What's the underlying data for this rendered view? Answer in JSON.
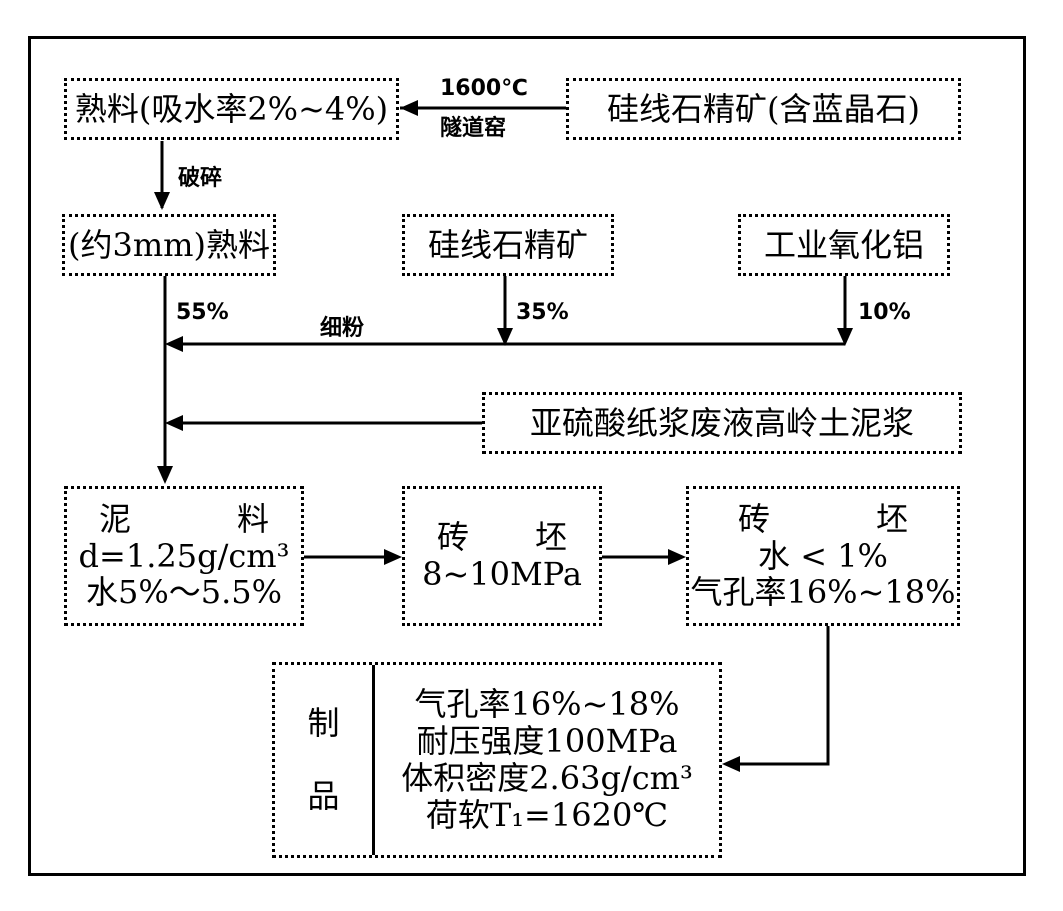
{
  "nodes": {
    "clinker": "熟料(吸水率2%~4%)",
    "sillimanite_kyanite": "硅线石精矿(含蓝晶石)",
    "crushed_clinker": "(约3mm)熟料",
    "sillimanite": "硅线石精矿",
    "alumina": "工业氧化铝",
    "slurry": "亚硫酸纸浆废液高岭土泥浆",
    "mud": {
      "title_a": "泥",
      "title_b": "料",
      "line1": "d=1.25g/cm³",
      "line2": "水5%～5.5%"
    },
    "green_brick": {
      "title_a": "砖",
      "title_b": "坯",
      "line1": "8~10MPa"
    },
    "dried_brick": {
      "title_a": "砖",
      "title_b": "坯",
      "line1": "水 < 1%",
      "line2": "气孔率16%~18%"
    },
    "product": {
      "label_a": "制",
      "label_b": "品",
      "props": [
        "气孔率16%~18%",
        "耐压强度100MPa",
        "体积密度2.63g/cm³",
        "荷软T₁=1620℃"
      ]
    }
  },
  "labels": {
    "temp": "1600℃",
    "kiln": "隧道窑",
    "crush": "破碎",
    "pct_clinker": "55%",
    "fine_powder": "细粉",
    "pct_sillimanite": "35%",
    "pct_alumina": "10%"
  }
}
